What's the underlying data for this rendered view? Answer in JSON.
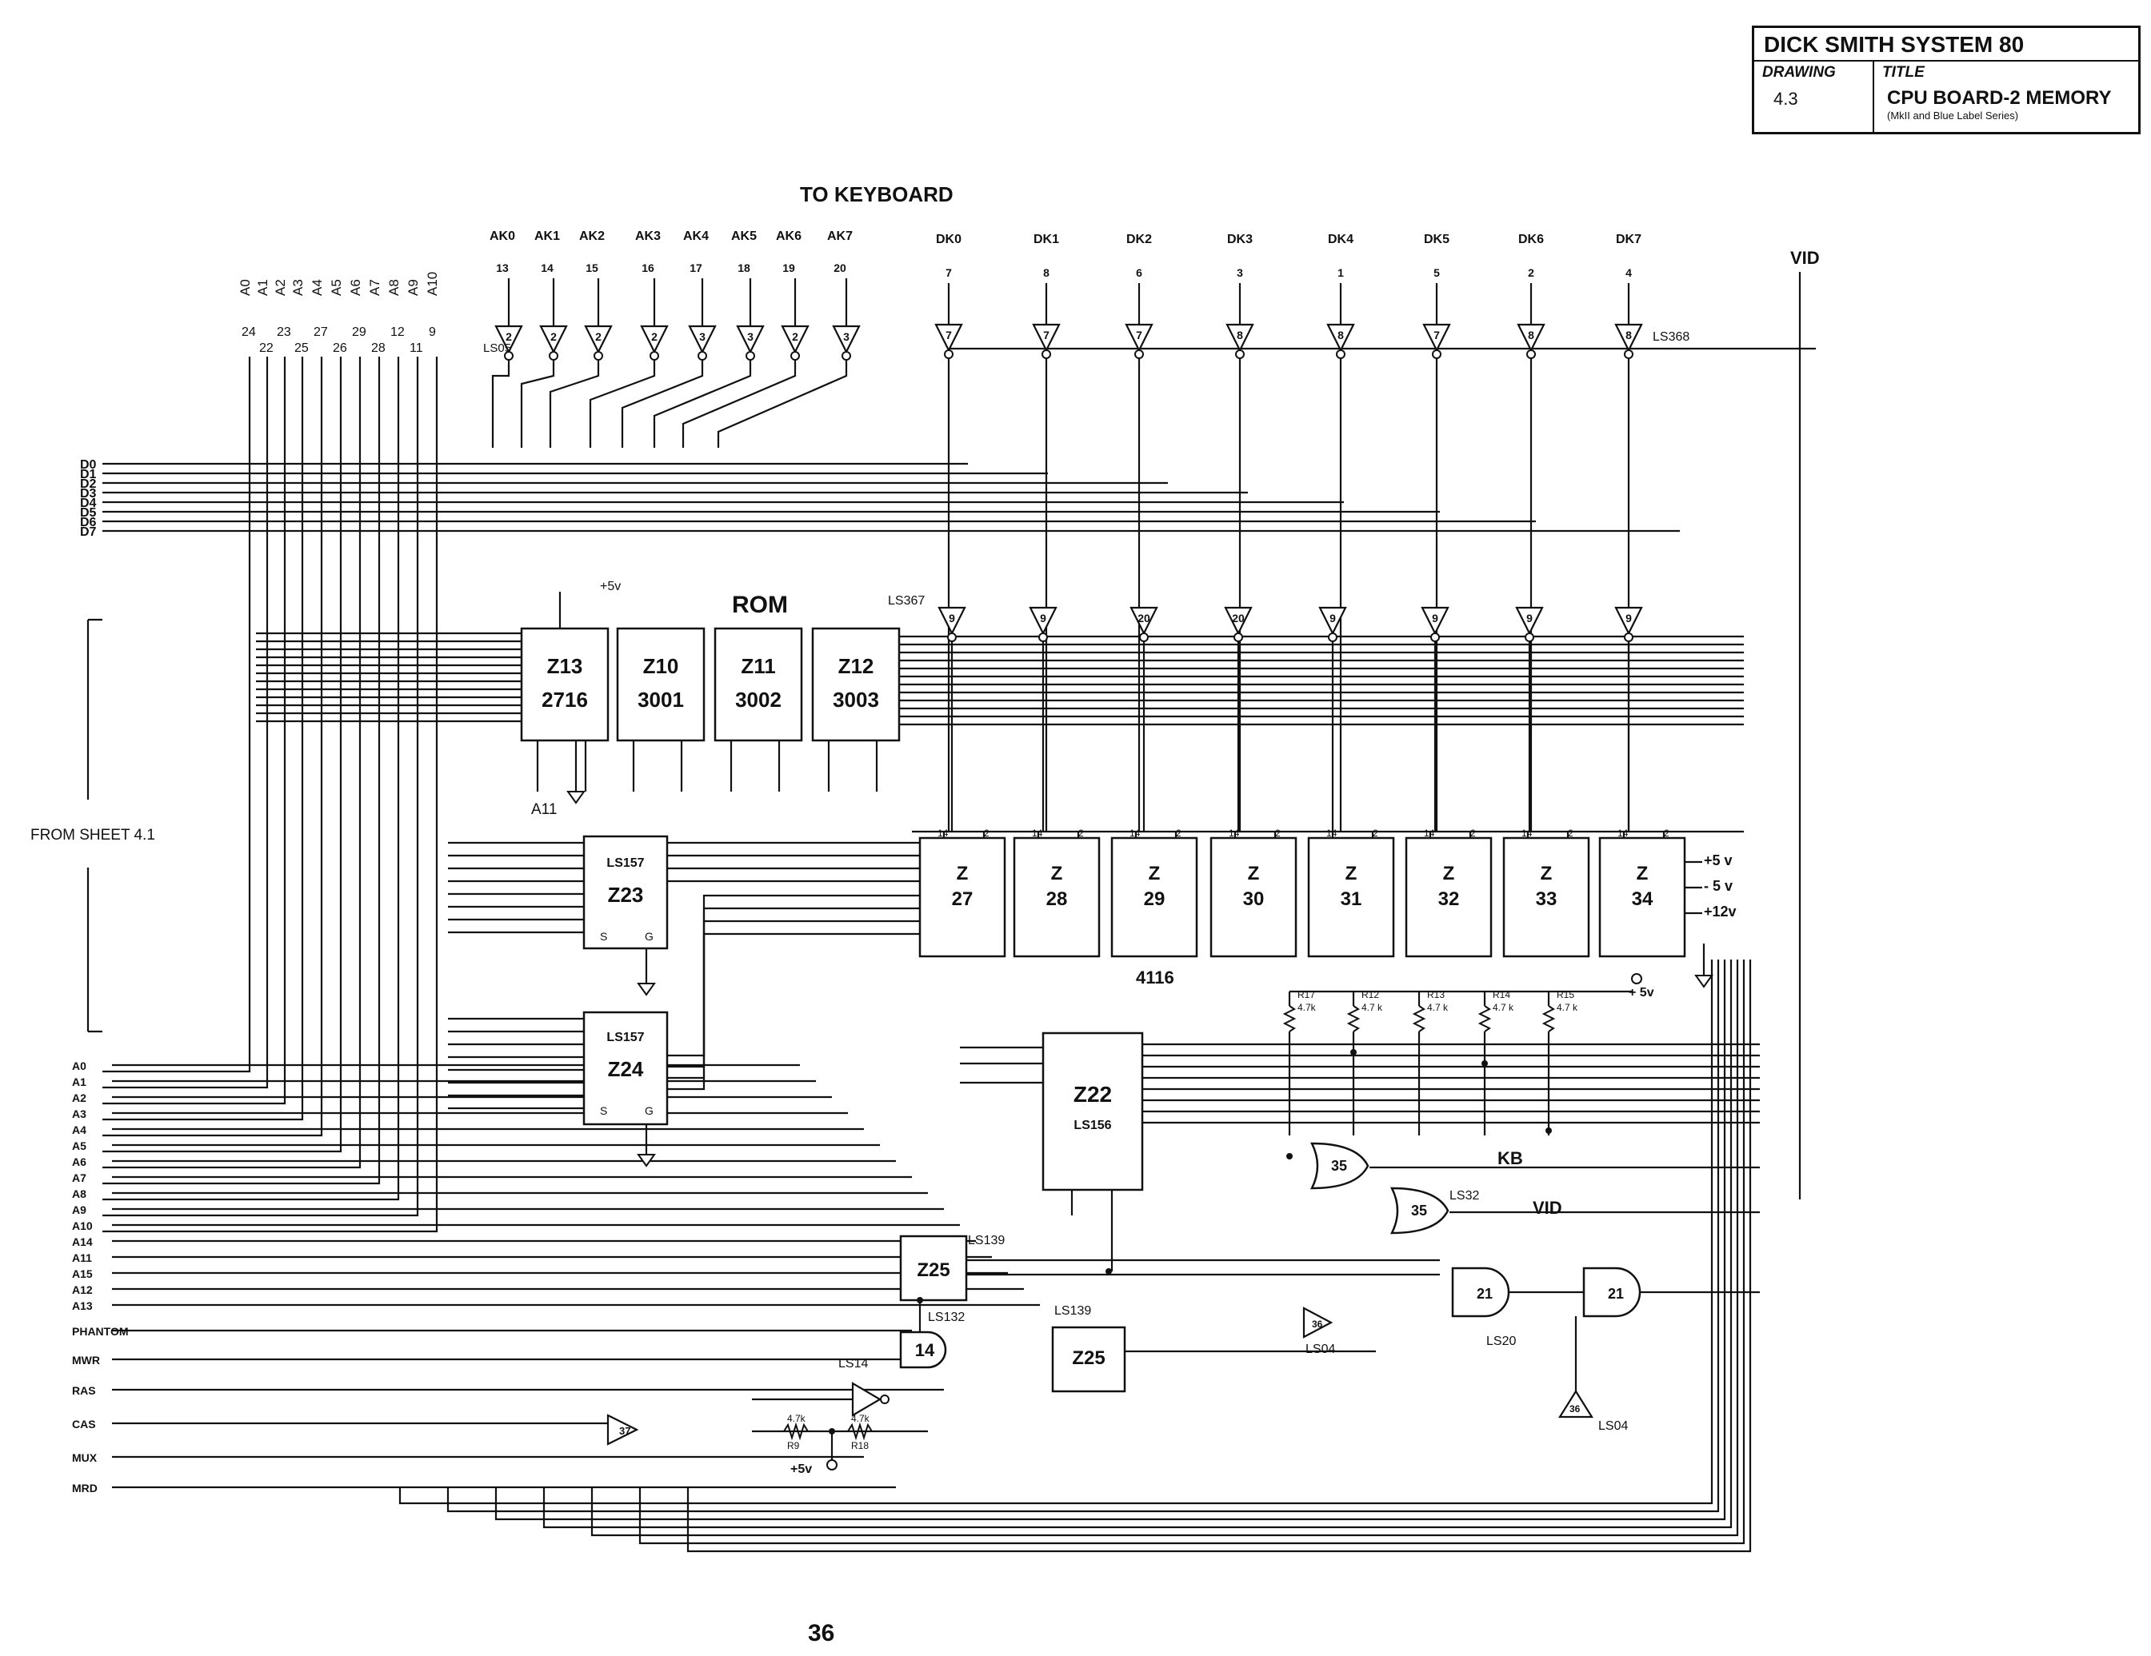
{
  "title_block": {
    "heading": "DICK SMITH SYSTEM 80",
    "drawing_label": "DRAWING",
    "drawing_number": "4.3",
    "title_label": "TITLE",
    "title": "CPU BOARD-2 MEMORY",
    "subtitle": "(MkII and Blue Label Series)"
  },
  "labels": {
    "to_keyboard": "TO KEYBOARD",
    "rom": "ROM",
    "from_sheet": "FROM SHEET 4.1",
    "ram_type": "4116",
    "a11": "A11",
    "page_number": "36",
    "kb": "KB",
    "vid": "VID",
    "vid_top": "VID",
    "ls05": "LS05",
    "ls368": "LS368",
    "ls367": "LS367",
    "ls139a": "LS139",
    "ls139b": "LS139",
    "ls132": "LS132",
    "ls14": "LS14",
    "ls04a": "LS04",
    "ls04b": "LS04",
    "ls20": "LS20",
    "ls32": "LS32",
    "plus5v_rom": "+5v",
    "plus5v_res": "+ 5v",
    "plus5v_bot": "+5v"
  },
  "ak_lines": [
    "AK0",
    "AK1",
    "AK2",
    "AK3",
    "AK4",
    "AK5",
    "AK6",
    "AK7"
  ],
  "dk_lines": [
    "DK0",
    "DK1",
    "DK2",
    "DK3",
    "DK4",
    "DK5",
    "DK6",
    "DK7"
  ],
  "addr_top": [
    "A0",
    "A1",
    "A2",
    "A3",
    "A4",
    "A5",
    "A6",
    "A7",
    "A8",
    "A9",
    "A10"
  ],
  "data_bus": [
    "D0",
    "D1",
    "D2",
    "D3",
    "D4",
    "D5",
    "D6",
    "D7"
  ],
  "left_signals": [
    "A0",
    "A1",
    "A2",
    "A3",
    "A4",
    "A5",
    "A6",
    "A7",
    "A8",
    "A9",
    "A10",
    "A14",
    "A11",
    "A15",
    "A12",
    "A13",
    "PHANTOM",
    "MWR",
    "RAS",
    "CAS",
    "MUX",
    "MRD"
  ],
  "roms": [
    {
      "id": "Z13",
      "part": "2716"
    },
    {
      "id": "Z10",
      "part": "3001"
    },
    {
      "id": "Z11",
      "part": "3002"
    },
    {
      "id": "Z12",
      "part": "3003"
    }
  ],
  "rams": [
    "27",
    "28",
    "29",
    "30",
    "31",
    "32",
    "33",
    "34"
  ],
  "ram_prefix": "Z",
  "mux": [
    {
      "type": "LS157",
      "id": "Z23"
    },
    {
      "type": "LS157",
      "id": "Z24"
    }
  ],
  "decoder": {
    "id": "Z22",
    "type": "LS156"
  },
  "z25": "Z25",
  "z14": "14",
  "resistors": [
    {
      "name": "R17",
      "val": "4.7k"
    },
    {
      "name": "R12",
      "val": "4.7 k"
    },
    {
      "name": "R13",
      "val": "4.7 k"
    },
    {
      "name": "R14",
      "val": "4.7 k"
    },
    {
      "name": "R15",
      "val": "4.7 k"
    }
  ],
  "resistors_bottom": [
    {
      "name": "R9",
      "val": "4.7k"
    },
    {
      "name": "R18",
      "val": "4.7k"
    }
  ],
  "supply": [
    "+5 v",
    "- 5 v",
    "+12v"
  ]
}
